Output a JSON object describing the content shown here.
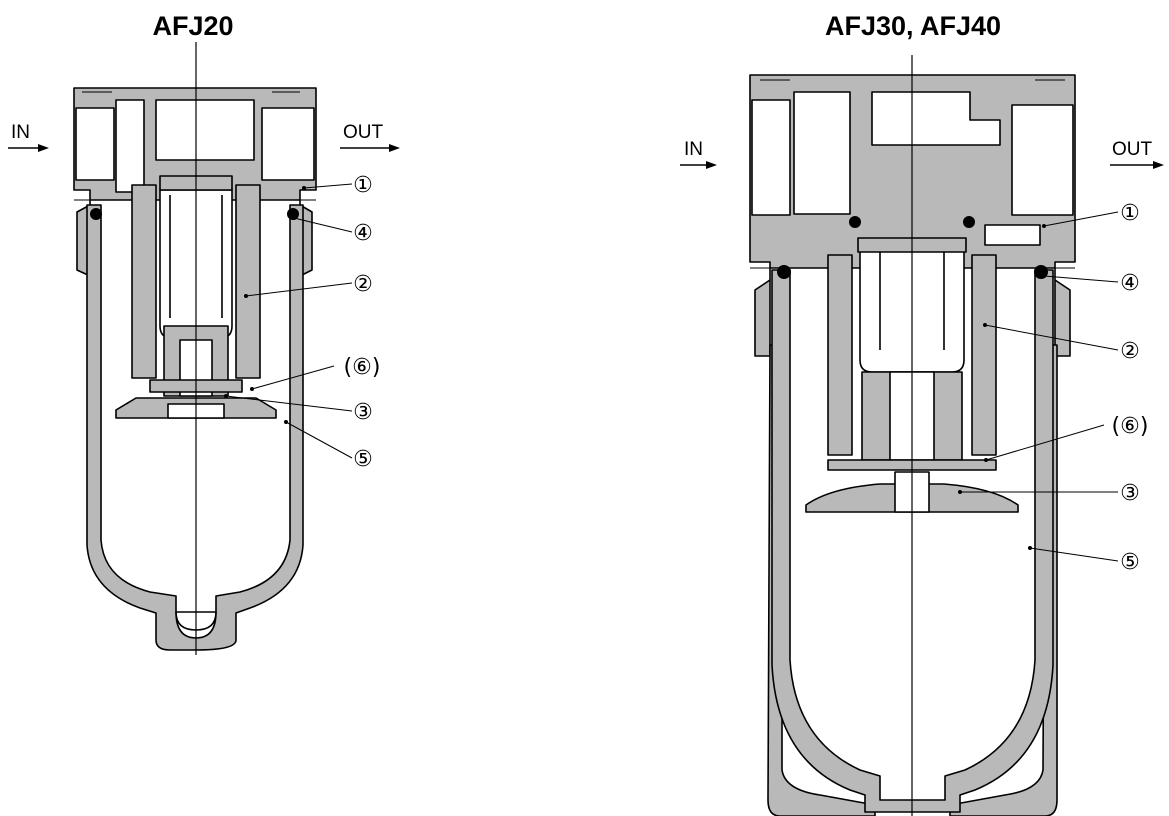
{
  "diagrams": [
    {
      "title": "AFJ20",
      "port_in": "IN",
      "port_out": "OUT",
      "callouts": [
        "1",
        "4",
        "2",
        "(6)",
        "3",
        "5"
      ]
    },
    {
      "title": "AFJ30, AFJ40",
      "port_in": "IN",
      "port_out": "OUT",
      "callouts": [
        "1",
        "4",
        "2",
        "(6)",
        "3",
        "5"
      ]
    }
  ],
  "circled_digits": {
    "1": "①",
    "2": "②",
    "3": "③",
    "4": "④",
    "5": "⑤",
    "(6)": "(⑥)"
  }
}
